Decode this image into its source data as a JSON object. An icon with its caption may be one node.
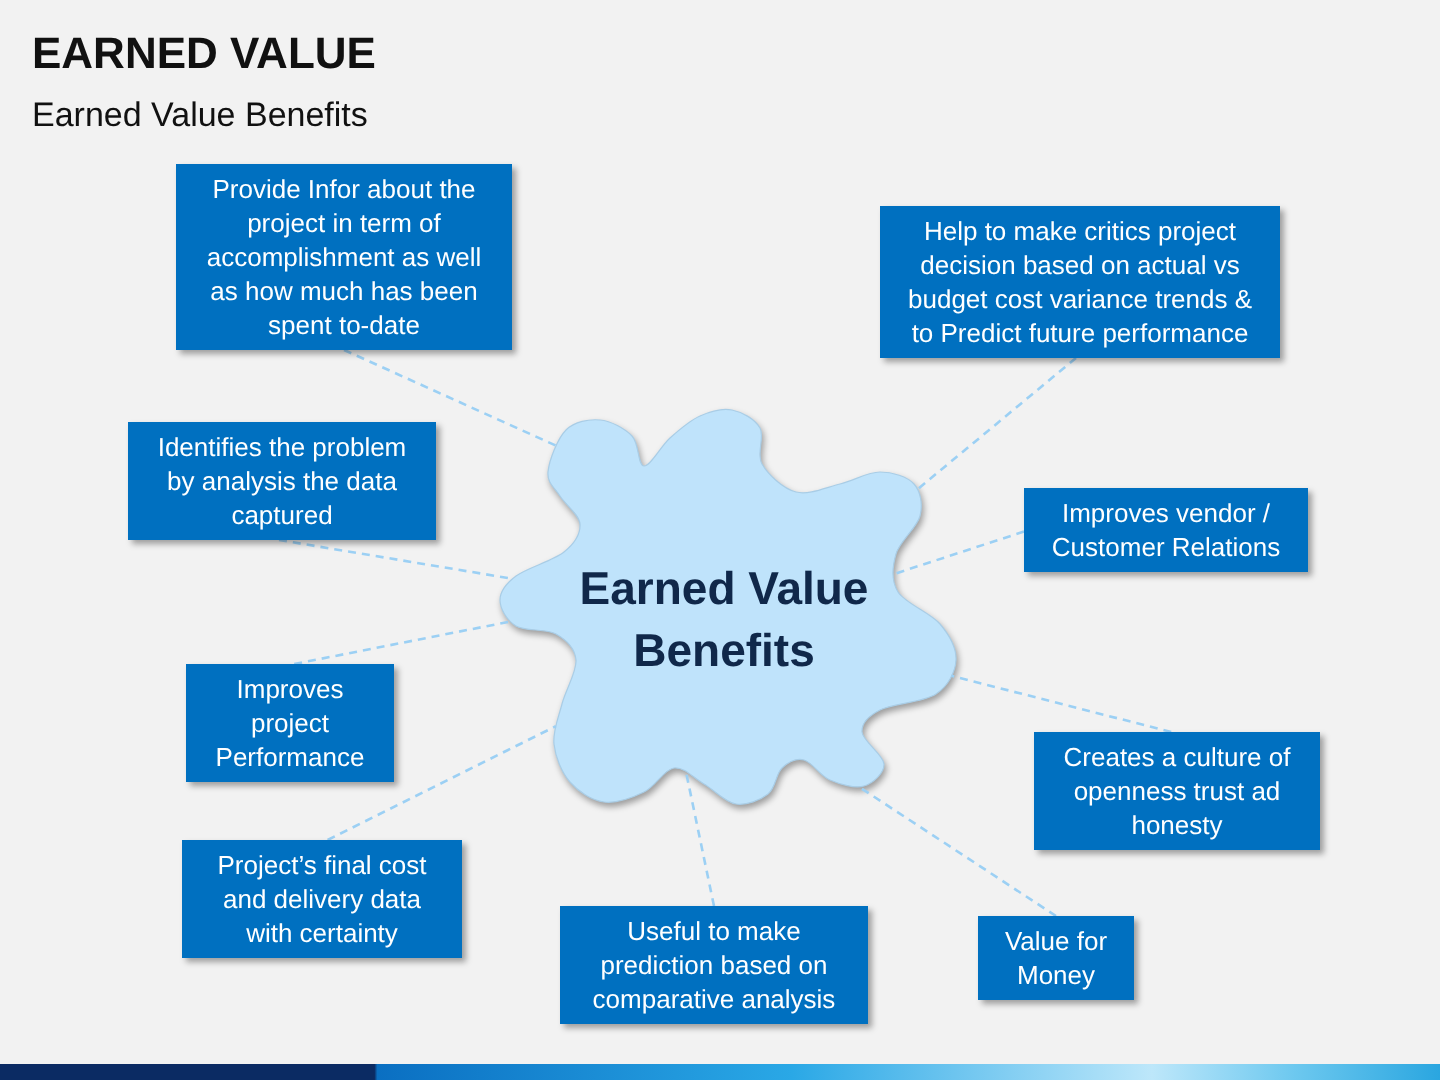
{
  "diagram": {
    "title": "EARNED VALUE",
    "nodes": [
      {
        "text": [
          "Earned Value Benefits"
        ]
      },
      {
        "text": [
          "Provide Infor about the project in term of accomplishment as well as how much has been spent to-date"
        ]
      },
      {
        "text": [
          "Help to make critics project decision based on actual vs budget cost variance trends & to Predict future performance"
        ]
      },
      {
        "text": [
          "Identifies the problem by analysis the data captured"
        ]
      },
      {
        "text": [
          "Improves vendor / Customer Relations"
        ]
      },
      {
        "text": [
          "Improves project Performance"
        ]
      },
      {
        "text": [
          "Creates a culture of openness trust ad honesty"
        ]
      },
      {
        "text": [
          "Project’s final cost and delivery data with certainty"
        ]
      },
      {
        "text": [
          "Useful to make prediction based on comparative analysis"
        ]
      },
      {
        "text": [
          "Value for Money"
        ]
      }
    ],
    "edges": [
      {
        "from": 1,
        "to": 0,
        "arrow": "none",
        "style": "dashed"
      },
      {
        "from": 2,
        "to": 0,
        "arrow": "none",
        "style": "dashed"
      },
      {
        "from": 3,
        "to": 0,
        "arrow": "none",
        "style": "dashed"
      },
      {
        "from": 4,
        "to": 0,
        "arrow": "none",
        "style": "dashed"
      },
      {
        "from": 5,
        "to": 0,
        "arrow": "none",
        "style": "dashed"
      },
      {
        "from": 6,
        "to": 0,
        "arrow": "none",
        "style": "dashed"
      },
      {
        "from": 7,
        "to": 0,
        "arrow": "none",
        "style": "dashed"
      },
      {
        "from": 8,
        "to": 0,
        "arrow": "none",
        "style": "dashed"
      },
      {
        "from": 9,
        "to": 0,
        "arrow": "none",
        "style": "dashed"
      }
    ],
    "labels": [
      "Earned Value Benefits"
    ]
  }
}
